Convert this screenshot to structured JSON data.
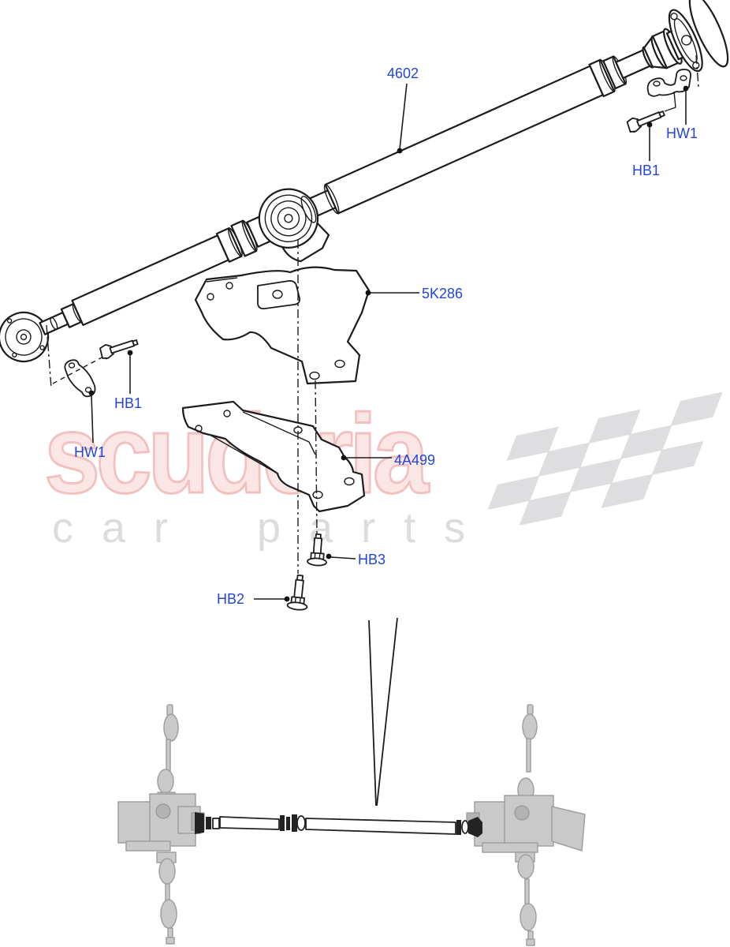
{
  "watermark": {
    "brand_text": "scuderia",
    "tagline_text": "car parts",
    "brand_fill": "#fbe6e6",
    "brand_outline": "#f3c0c0",
    "tagline_color": "#dcdcdc",
    "flag_color": "#dadade"
  },
  "diagram": {
    "line_color": "#1c1c1c",
    "label_color": "#2446d6",
    "background": "#ffffff"
  },
  "labels": [
    {
      "text": "4602"
    },
    {
      "text": "HW1"
    },
    {
      "text": "HB1"
    },
    {
      "text": "5K286"
    },
    {
      "text": "HB1"
    },
    {
      "text": "HW1"
    },
    {
      "text": "4A499"
    },
    {
      "text": "HB3"
    },
    {
      "text": "HB2"
    }
  ]
}
